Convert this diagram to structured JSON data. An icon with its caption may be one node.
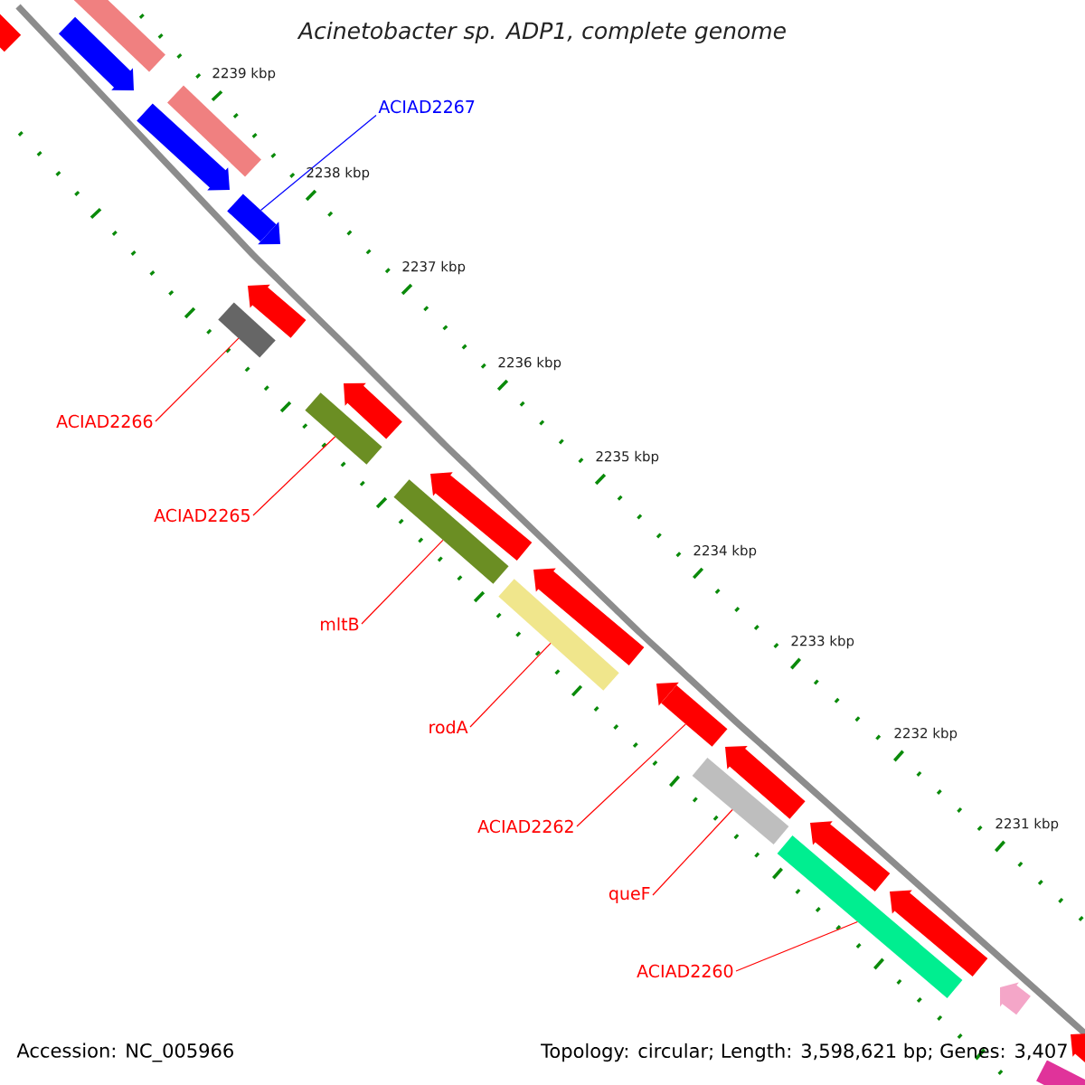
{
  "diagram": {
    "title": "Acinetobacter sp. ADP1, complete genome",
    "nodes": [
      {
        "text": [
          "ACIAD2267"
        ]
      },
      {
        "text": [
          "ACIAD2266"
        ]
      },
      {
        "text": [
          "ACIAD2265"
        ]
      },
      {
        "text": [
          "mltB"
        ]
      },
      {
        "text": [
          "rodA"
        ]
      },
      {
        "text": [
          "ACIAD2262"
        ]
      },
      {
        "text": [
          "queF"
        ]
      },
      {
        "text": [
          "ACIAD2260"
        ]
      },
      {
        "text": [],
        "shape": "arrow"
      },
      {
        "text": [],
        "shape": "bar"
      },
      {
        "text": [],
        "shape": "bar"
      },
      {
        "text": [],
        "shape": "bar"
      },
      {
        "text": [],
        "shape": "bar"
      },
      {
        "text": [],
        "shape": "arrow"
      },
      {
        "text": [],
        "shape": "bar"
      },
      {
        "text": [],
        "shape": "bar"
      }
    ],
    "edges": [
      {
        "from": 0,
        "to": 8,
        "arrow": "none",
        "color": "#0000ff"
      },
      {
        "from": 1,
        "to": 9,
        "arrow": "none"
      },
      {
        "from": 2,
        "to": 10,
        "arrow": "none"
      },
      {
        "from": 3,
        "to": 11,
        "arrow": "none"
      },
      {
        "from": 4,
        "to": 12,
        "arrow": "none"
      },
      {
        "from": 5,
        "to": 13,
        "arrow": "none"
      },
      {
        "from": 6,
        "to": 14,
        "arrow": "none"
      },
      {
        "from": 7,
        "to": 15,
        "arrow": "none"
      }
    ],
    "labels": [
      "2239 kbp",
      "2238 kbp",
      "2237 kbp",
      "2236 kbp",
      "2235 kbp",
      "2234 kbp",
      "2233 kbp",
      "2232 kbp",
      "2231 kbp",
      "Accession: NC_005966",
      "Topology: circular; Length: 3,598,621 bp; Genes: 3,407"
    ]
  }
}
